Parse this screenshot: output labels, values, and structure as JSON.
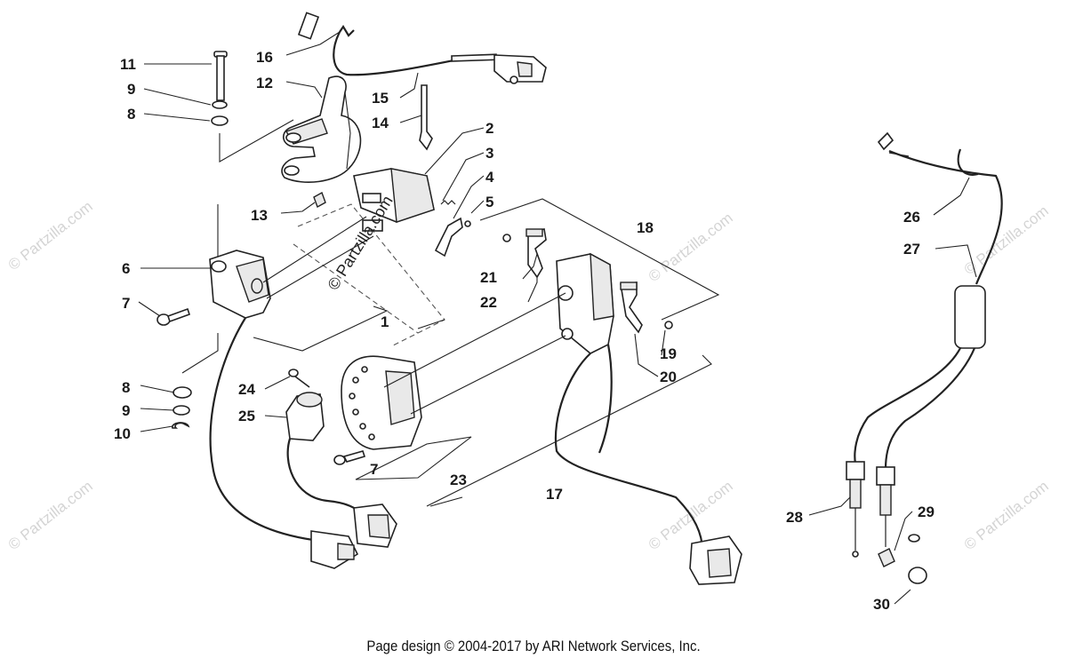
{
  "watermark": "© Partzilla.com",
  "center_watermark": "© Partzilla.com",
  "footer": "Page design © 2004-2017 by ARI Network Services, Inc.",
  "callouts": {
    "c1": "1",
    "c2": "2",
    "c3": "3",
    "c4": "4",
    "c5": "5",
    "c6": "6",
    "c7a": "7",
    "c7b": "7",
    "c8a": "8",
    "c8b": "8",
    "c9a": "9",
    "c9b": "9",
    "c10": "10",
    "c11": "11",
    "c12": "12",
    "c13": "13",
    "c14": "14",
    "c15": "15",
    "c16": "16",
    "c17": "17",
    "c18": "18",
    "c19": "19",
    "c20": "20",
    "c21": "21",
    "c22": "22",
    "c23": "23",
    "c24": "24",
    "c25": "25",
    "c26": "26",
    "c27": "27",
    "c28": "28",
    "c29": "29",
    "c30": "30"
  }
}
